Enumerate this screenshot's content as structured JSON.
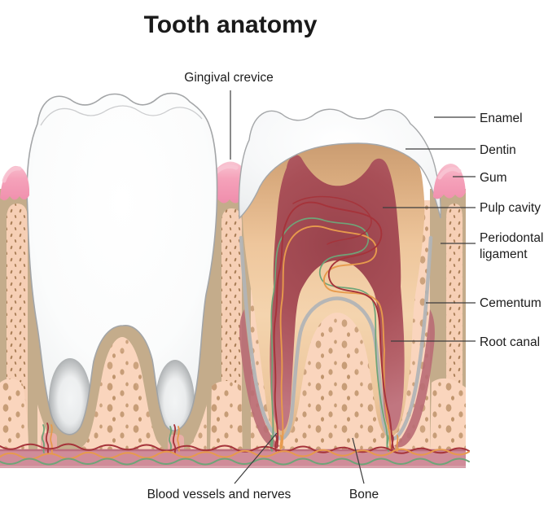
{
  "title": "Tooth anatomy",
  "labels": {
    "gingival_crevice": "Gingival crevice",
    "enamel": "Enamel",
    "dentin": "Dentin",
    "gum": "Gum",
    "pulp_cavity": "Pulp cavity",
    "periodontal_ligament": "Periodontal ligament",
    "cementum": "Cementum",
    "root_canal": "Root canal",
    "blood_vessels_and_nerves": "Blood vessels and nerves",
    "bone": "Bone"
  },
  "colors": {
    "background": "#ffffff",
    "text": "#1c1c1c",
    "leader_line": "#3d3d3d",
    "enamel_white": "#f4f6f7",
    "tooth_outline": "#a3a5a7",
    "dentin_tan": "#e8c094",
    "pulp_rose": "#a94f58",
    "gum_pink": "#f5a2ba",
    "gum_highlight": "#f8c6d3",
    "bone_peach": "#fad5bd",
    "bone_speckle": "#c79d77",
    "socket_tan": "#c4ac8b",
    "ligament_peach": "#f6cfb5",
    "ligament_dot": "#aa7f58",
    "cementum_gray": "#b2b4b6",
    "root_ligament_rose": "#b96b74",
    "vessel_red": "#a5333a",
    "vessel_orange": "#e79a4c",
    "vessel_green": "#6fa478",
    "band_rose": "#d08c99",
    "band_line": "#bd6e7e"
  }
}
